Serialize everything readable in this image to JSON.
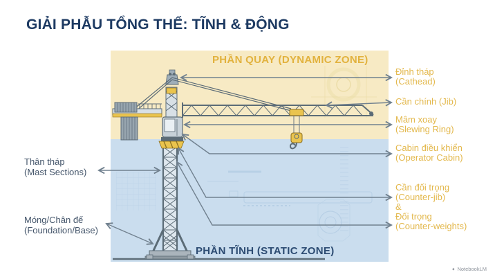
{
  "title": "GIẢI PHẪU TỔNG THỂ: TĨNH & ĐỘNG",
  "zones": {
    "dynamic_label": "PHẦN QUAY (DYNAMIC ZONE)",
    "static_label": "PHẦN TĨNH (STATIC ZONE)"
  },
  "right_labels": [
    {
      "lines": [
        "Đỉnh tháp",
        "(Cathead)"
      ]
    },
    {
      "lines": [
        "Cần chính (Jib)"
      ]
    },
    {
      "lines": [
        "Mâm xoay",
        "(Slewing Ring)"
      ]
    },
    {
      "lines": [
        "Cabin điều khiển",
        "(Operator Cabin)"
      ]
    },
    {
      "lines": [
        "Cần đối trọng",
        "(Counter-jib)",
        "&",
        "Đối trọng",
        "(Counter-weights)"
      ]
    }
  ],
  "left_labels": [
    {
      "lines": [
        "Thân tháp",
        "(Mast Sections)"
      ]
    },
    {
      "lines": [
        "Móng/Chân đế",
        "(Foundation/Base)"
      ]
    }
  ],
  "watermark": "NotebookLM",
  "colors": {
    "title": "#1D3A62",
    "dynamic_zone_bg": "#F7EAC4",
    "dynamic_zone_label": "#E2B23E",
    "static_zone_bg": "#CADDEE",
    "static_zone_label": "#2C4B72",
    "right_label_text": "#E3B84C",
    "left_label_text": "#45566B",
    "arrow": "#71818F",
    "crane_yellow": "#EAC44E",
    "crane_steel": "#5C6C77"
  }
}
